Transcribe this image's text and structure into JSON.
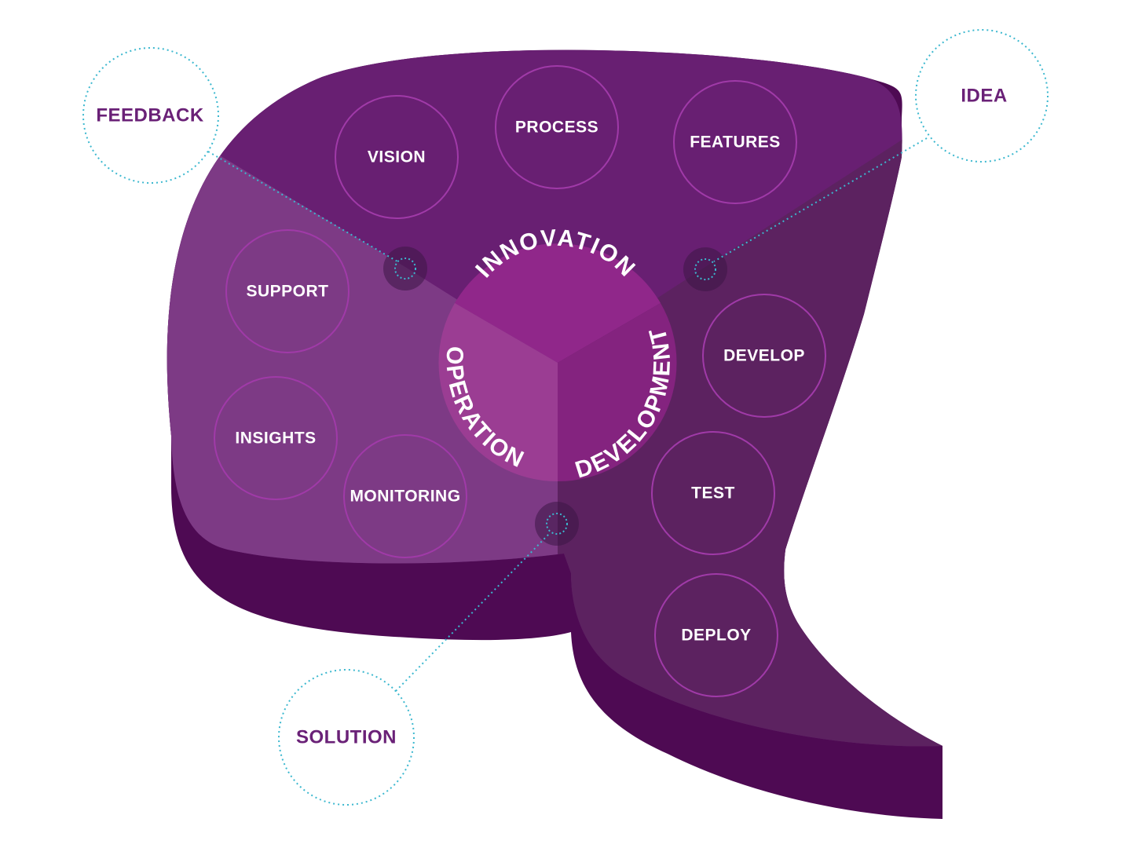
{
  "diagram": {
    "hub": {
      "segments": [
        {
          "label": "INNOVATION"
        },
        {
          "label": "DEVELOPMENT"
        },
        {
          "label": "OPERATION"
        }
      ]
    },
    "nodes": {
      "vision": "VISION",
      "process": "PROCESS",
      "features": "FEATURES",
      "support": "SUPPORT",
      "insights": "INSIGHTS",
      "monitoring": "MONITORING",
      "develop": "DEVELOP",
      "test": "TEST",
      "deploy": "DEPLOY"
    },
    "callouts": {
      "feedback": "FEEDBACK",
      "idea": "IDEA",
      "solution": "SOLUTION"
    },
    "colors": {
      "shape_side": "#4e0a53",
      "top_innovation": "#681f72",
      "top_operation": "#7d3a85",
      "top_development": "#5c2260",
      "hub_innovation": "#90278a",
      "hub_operation": "#9b3d93",
      "hub_development": "#84237f",
      "node_ring": "#a03aa8",
      "connector": "#3cb8cf",
      "callout_text": "#6a2177"
    }
  }
}
